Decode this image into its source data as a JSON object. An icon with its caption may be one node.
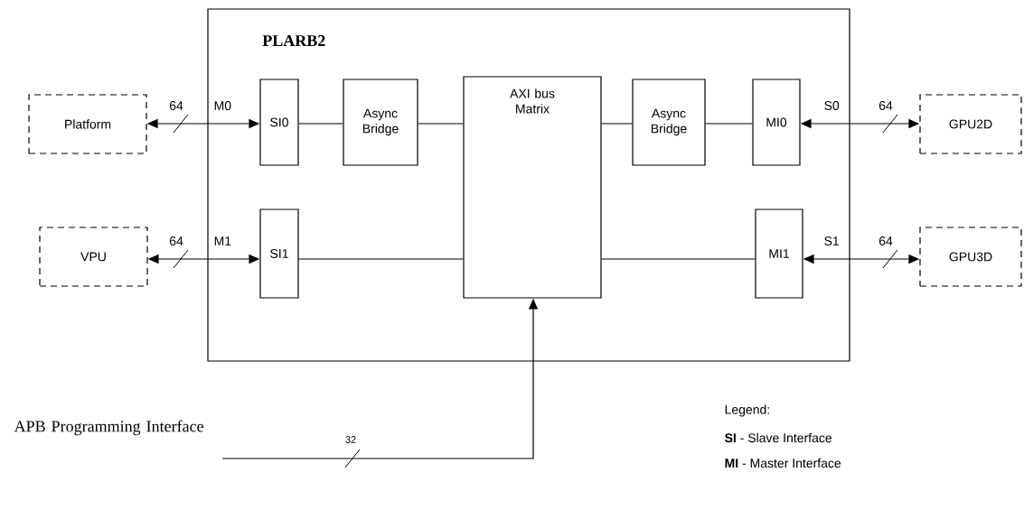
{
  "diagram": {
    "nodes": [
      {
        "text": [
          "PLARB2"
        ]
      },
      {
        "text": [
          "Platform"
        ]
      },
      {
        "text": [
          "SI0"
        ],
        "in": 0
      },
      {
        "text": [
          "Async Bridge"
        ],
        "in": 0
      },
      {
        "text": [
          "AXI bus Matrix"
        ],
        "in": 0
      },
      {
        "text": [
          "Async Bridge"
        ],
        "in": 0
      },
      {
        "text": [
          "MI0"
        ],
        "in": 0
      },
      {
        "text": [
          "GPU2D"
        ]
      },
      {
        "text": [
          "VPU"
        ]
      },
      {
        "text": [
          "SI1"
        ],
        "in": 0
      },
      {
        "text": [
          "MI1"
        ],
        "in": 0
      },
      {
        "text": [
          "GPU3D"
        ]
      },
      {
        "text": [
          "APB Programming Interface"
        ]
      }
    ],
    "edges": [
      {
        "from": 1,
        "to": 2,
        "arrow": "both",
        "label": "64"
      },
      {
        "from": 2,
        "to": 3,
        "arrow": "none"
      },
      {
        "from": 3,
        "to": 4,
        "arrow": "none"
      },
      {
        "from": 4,
        "to": 5,
        "arrow": "none"
      },
      {
        "from": 5,
        "to": 6,
        "arrow": "none"
      },
      {
        "from": 6,
        "to": 7,
        "arrow": "both",
        "label": "64"
      },
      {
        "from": 8,
        "to": 9,
        "arrow": "both",
        "label": "64"
      },
      {
        "from": 9,
        "to": 4,
        "arrow": "none"
      },
      {
        "from": 4,
        "to": 10,
        "arrow": "none"
      },
      {
        "from": 10,
        "to": 11,
        "arrow": "both",
        "label": "64"
      },
      {
        "from": 12,
        "to": 4,
        "arrow": "to",
        "label": "32"
      }
    ],
    "labels": [
      "M0",
      "S0",
      "M1",
      "S1",
      "Legend:"
    ],
    "legend": [
      {
        "text": "**SI** - Slave Interface"
      },
      {
        "text": "**MI** - Master Interface"
      }
    ]
  }
}
